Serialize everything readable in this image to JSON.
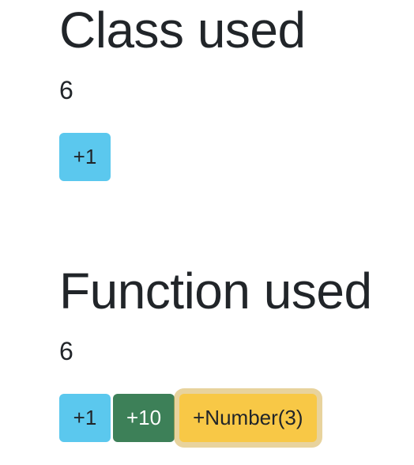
{
  "class_section": {
    "title": "Class used",
    "count": "6",
    "buttons": [
      {
        "label": "+1",
        "color": "#5bc8ee"
      }
    ]
  },
  "function_section": {
    "title": "Function used",
    "count": "6",
    "buttons": [
      {
        "label": "+1",
        "color": "#5bc8ee"
      },
      {
        "label": "+10",
        "color": "#3d8058"
      },
      {
        "label": "+Number(3)",
        "color": "#f8c846",
        "focused": true
      }
    ]
  }
}
